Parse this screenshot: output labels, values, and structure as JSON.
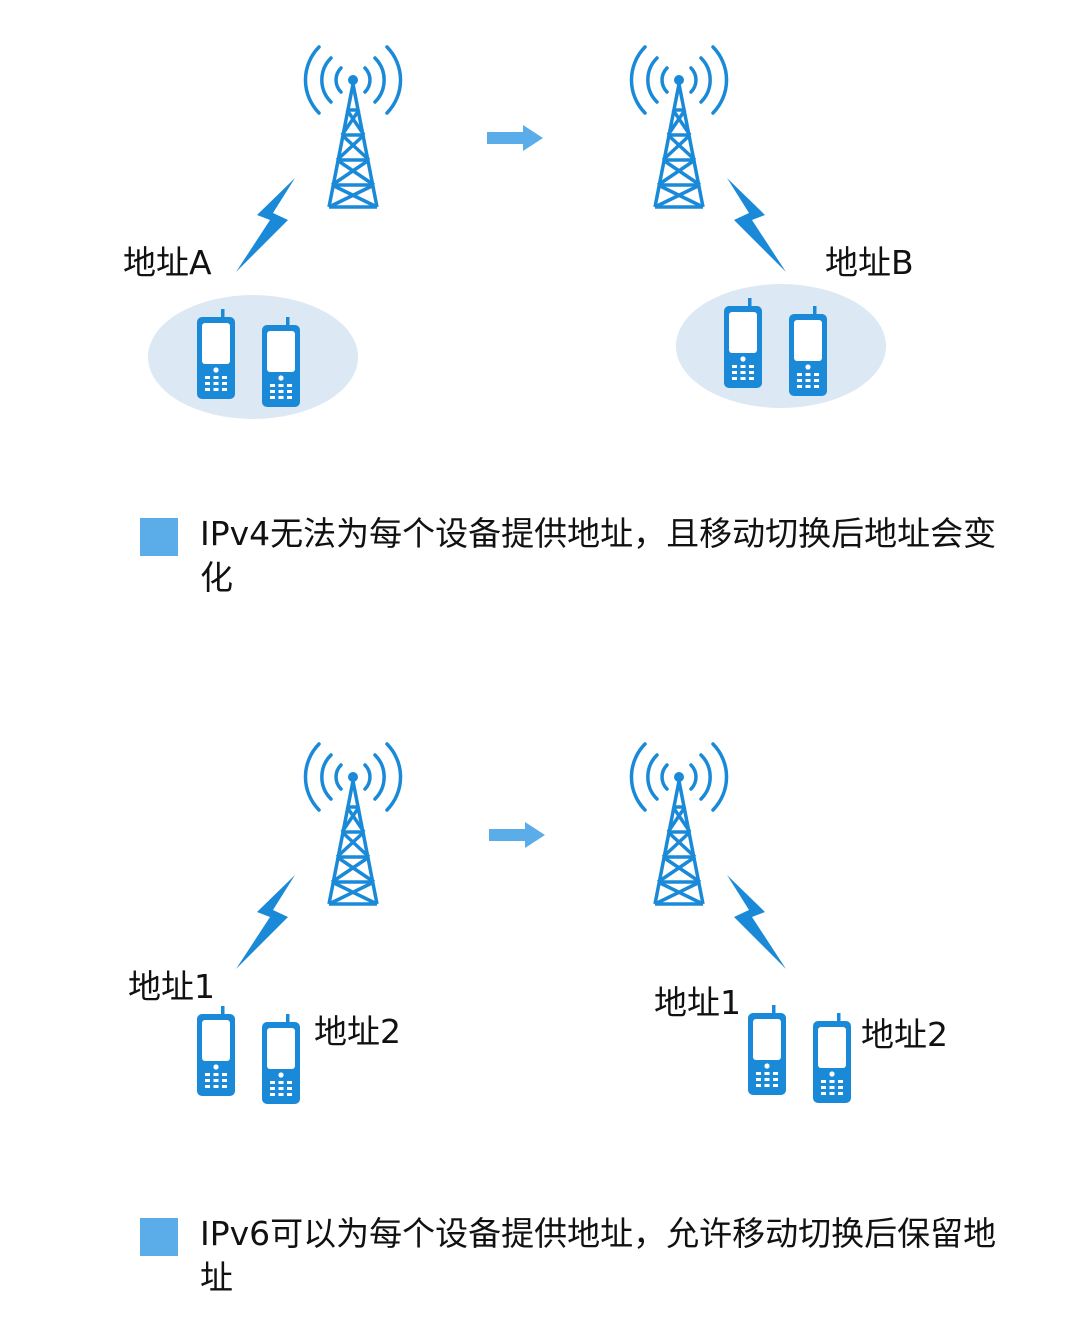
{
  "ipv4": {
    "label_a": "地址A",
    "label_b": "地址B",
    "caption": "IPv4无法为每个设备提供地址，且移动切换后地址会变化"
  },
  "ipv6": {
    "label_1_left": "地址1",
    "label_2_left": "地址2",
    "label_1_right": "地址1",
    "label_2_right": "地址2",
    "caption": "IPv6可以为每个设备提供地址，允许移动切换后保留地址"
  },
  "colors": {
    "accent": "#1a8ad8",
    "arrow": "#5aade8",
    "ellipse": "#dce8f4",
    "legend_square": "#5aade8"
  },
  "icons": [
    "cell-tower-icon",
    "lightning-icon",
    "mobile-phone-icon",
    "right-arrow-icon"
  ]
}
